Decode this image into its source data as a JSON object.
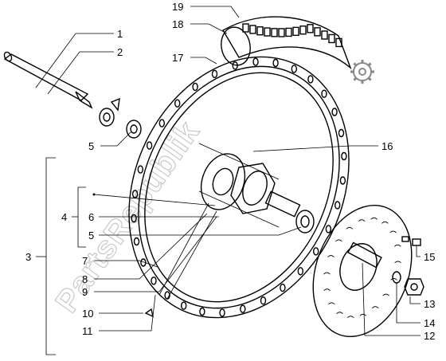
{
  "diagram": {
    "watermark": "PartsRepublik",
    "callouts": [
      {
        "id": "c1",
        "label": "1"
      },
      {
        "id": "c2",
        "label": "2"
      },
      {
        "id": "c3",
        "label": "3"
      },
      {
        "id": "c4",
        "label": "4"
      },
      {
        "id": "c5a",
        "label": "5"
      },
      {
        "id": "c5b",
        "label": "5"
      },
      {
        "id": "c6",
        "label": "6"
      },
      {
        "id": "c7",
        "label": "7"
      },
      {
        "id": "c8",
        "label": "8"
      },
      {
        "id": "c9",
        "label": "9"
      },
      {
        "id": "c10",
        "label": "10"
      },
      {
        "id": "c11",
        "label": "11"
      },
      {
        "id": "c12",
        "label": "12"
      },
      {
        "id": "c13",
        "label": "13"
      },
      {
        "id": "c14",
        "label": "14"
      },
      {
        "id": "c15",
        "label": "15"
      },
      {
        "id": "c16",
        "label": "16"
      },
      {
        "id": "c17",
        "label": "17"
      },
      {
        "id": "c18",
        "label": "18"
      },
      {
        "id": "c19",
        "label": "19"
      }
    ],
    "icons": {
      "gear": "gear-icon"
    }
  }
}
